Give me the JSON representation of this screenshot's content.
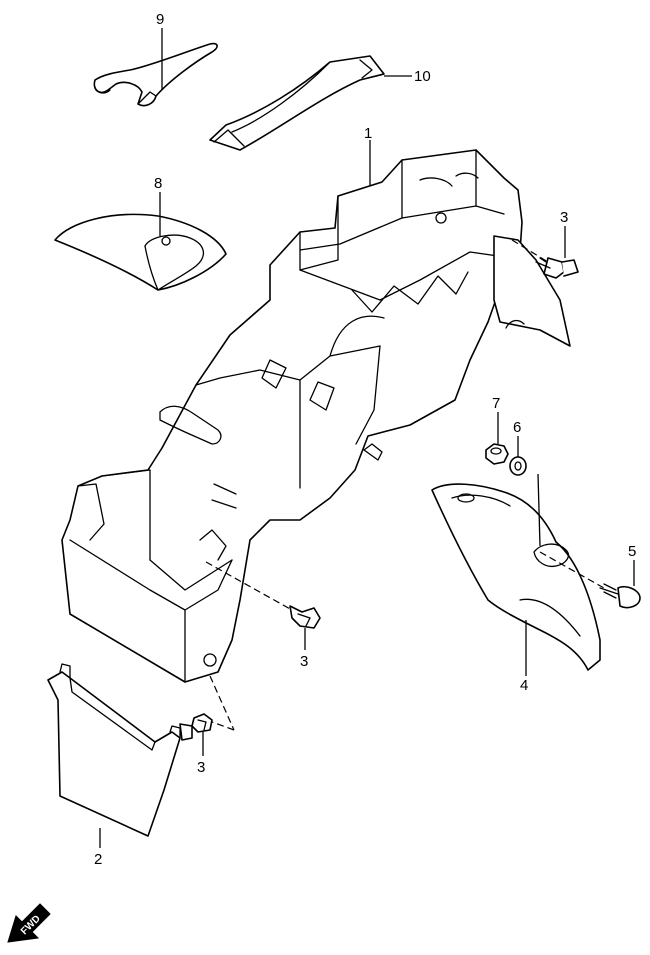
{
  "callouts": {
    "p1": "1",
    "p2": "2",
    "p3a": "3",
    "p3b": "3",
    "p3c": "3",
    "p4": "4",
    "p5": "5",
    "p6": "6",
    "p7": "7",
    "p8": "8",
    "p9": "9",
    "p10": "10"
  },
  "fwd_label": "FWD",
  "fwd_icon": "forward-arrow-icon",
  "colors": {
    "line": "#000000",
    "background": "#ffffff"
  }
}
